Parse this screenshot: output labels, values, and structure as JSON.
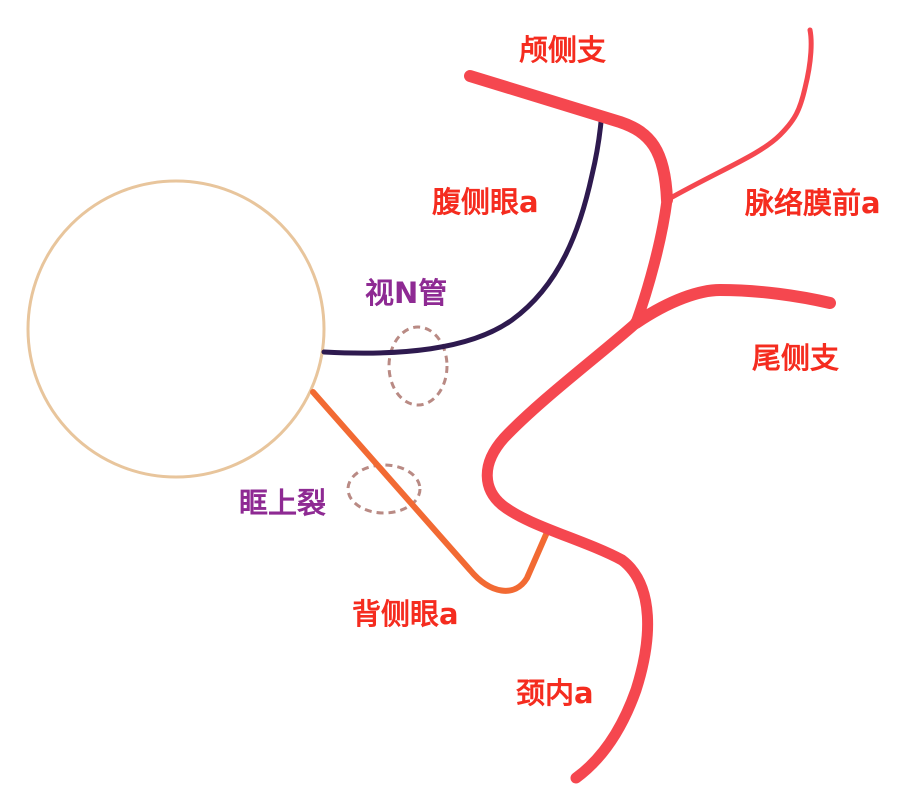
{
  "colors": {
    "artery": "#f5474f",
    "ophthalmic_ventral": "#2e1a4f",
    "ophthalmic_dorsal": "#f26a33",
    "eye_outline": "#e8c59c",
    "foramen_outline": "#b98a84",
    "label_red": "#f52c1f",
    "label_purple": "#8e2a93"
  },
  "labels": {
    "temporal_branch": "颅侧支",
    "choroidal_anterior": "脉络膜前a",
    "ventral_ophthalmic": "腹侧眼a",
    "optic_canal": "视N管",
    "caudal_branch": "尾侧支",
    "superior_orbital_fissure": "眶上裂",
    "dorsal_ophthalmic": "背侧眼a",
    "internal_carotid": "颈内a"
  }
}
